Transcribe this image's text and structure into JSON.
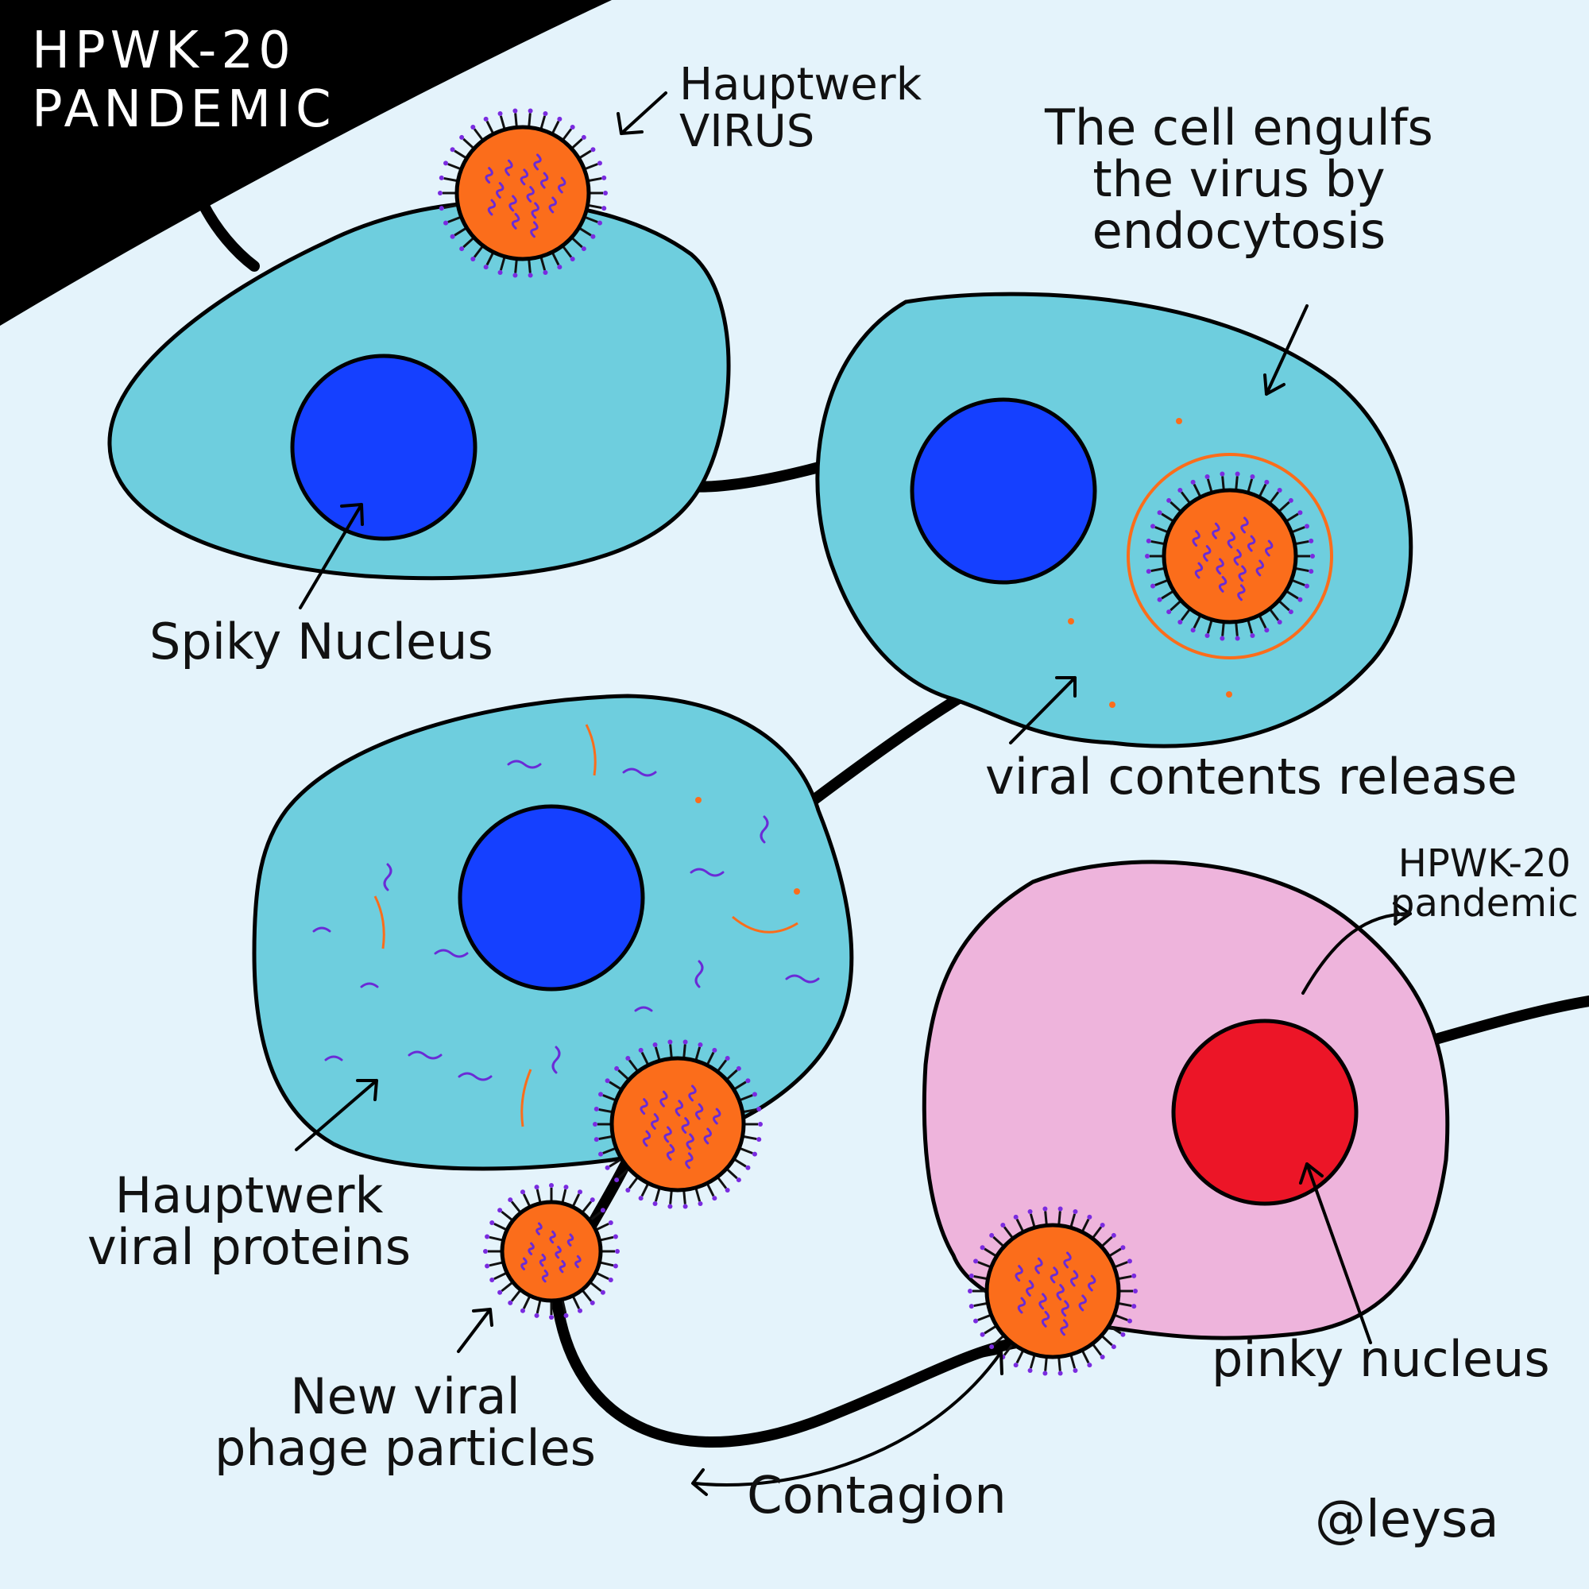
{
  "title": "HPWK-20\nPANDEMIC",
  "labels": {
    "virus": "Hauptwerk\nVIRUS",
    "engulf": "The cell engulfs\nthe virus by\nendocytosis",
    "spiky_nucleus": "Spiky Nucleus",
    "viral_release": "viral contents release",
    "pandemic_small": "HPWK-20\npandemic",
    "viral_proteins": "Hauptwerk\nviral proteins",
    "new_particles": "New viral\nphage particles",
    "contagion": "Contagion",
    "pinky_nucleus": "pinky nucleus",
    "signature": "@leysa"
  },
  "colors": {
    "background": "#e4f3fb",
    "title_banner": "#000000",
    "cell": "#6ecede",
    "infected_cell": "#eeb4dc",
    "nucleus": "#1540ff",
    "infected_nucleus": "#ec1527",
    "virus_body": "#fb6d1b",
    "viral_rna": "#6a2bd6",
    "spike": "#111111",
    "spike_tip": "#7a2be0"
  }
}
